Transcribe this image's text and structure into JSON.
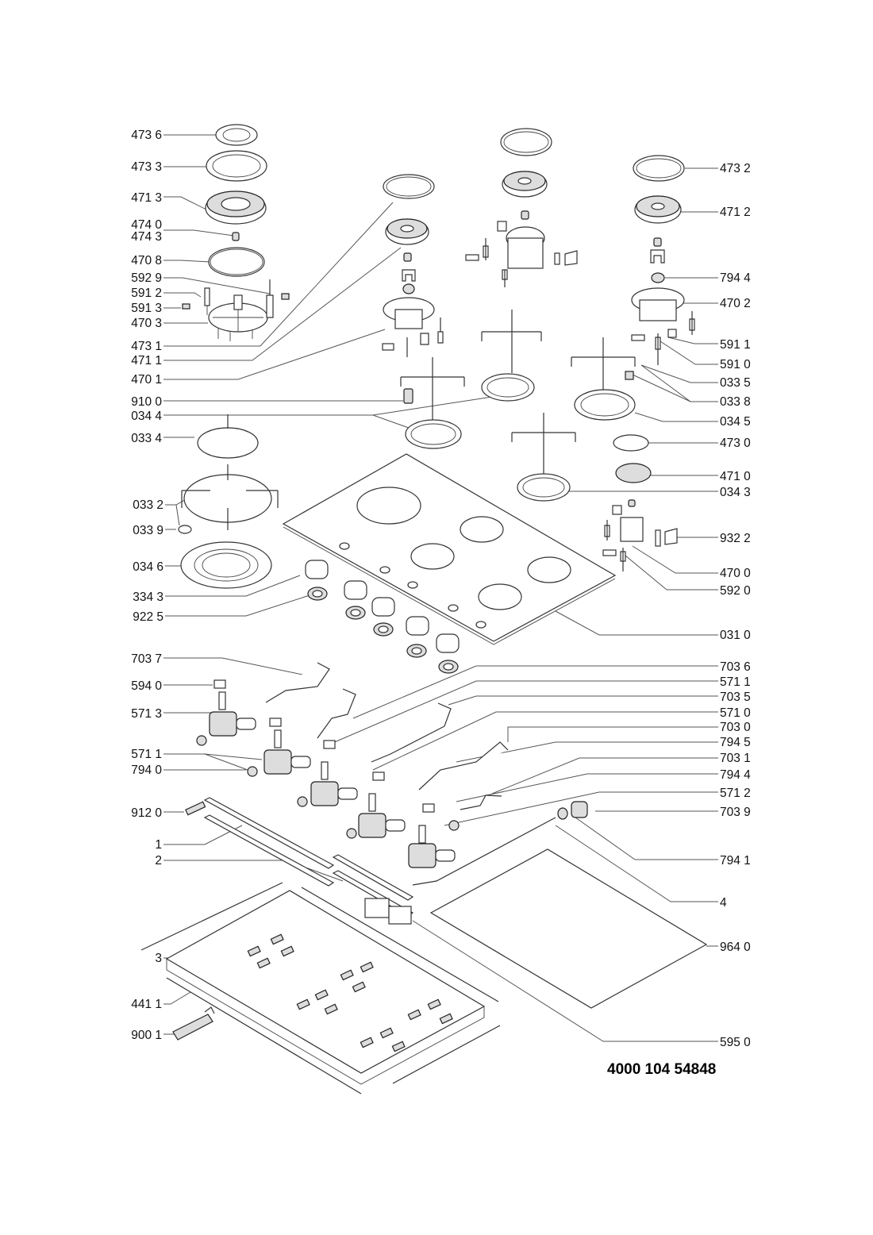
{
  "document": {
    "type": "exploded parts diagram",
    "subject": "gas hob",
    "document_number": "4000 104 54848"
  },
  "labels_left": [
    {
      "id": "473_6",
      "text": "473 6"
    },
    {
      "id": "473_3",
      "text": "473 3"
    },
    {
      "id": "471_3",
      "text": "471 3"
    },
    {
      "id": "474_0",
      "text": "474 0"
    },
    {
      "id": "474_3",
      "text": "474 3"
    },
    {
      "id": "470_8",
      "text": "470 8"
    },
    {
      "id": "592_9",
      "text": "592 9"
    },
    {
      "id": "591_2",
      "text": "591 2"
    },
    {
      "id": "591_3",
      "text": "591 3"
    },
    {
      "id": "470_3",
      "text": "470 3"
    },
    {
      "id": "473_1",
      "text": "473 1"
    },
    {
      "id": "471_1",
      "text": "471 1"
    },
    {
      "id": "470_1",
      "text": "470 1"
    },
    {
      "id": "910_0",
      "text": "910 0"
    },
    {
      "id": "034_4",
      "text": "034 4"
    },
    {
      "id": "033_4",
      "text": "033 4"
    },
    {
      "id": "033_2",
      "text": "033 2"
    },
    {
      "id": "033_9",
      "text": "033 9"
    },
    {
      "id": "034_6",
      "text": "034 6"
    },
    {
      "id": "334_3",
      "text": "334 3"
    },
    {
      "id": "922_5",
      "text": "922 5"
    },
    {
      "id": "703_7",
      "text": "703 7"
    },
    {
      "id": "594_0",
      "text": "594 0"
    },
    {
      "id": "571_3",
      "text": "571 3"
    },
    {
      "id": "571_1_l",
      "text": "571 1"
    },
    {
      "id": "794_0",
      "text": "794 0"
    },
    {
      "id": "912_0",
      "text": "912 0"
    },
    {
      "id": "1",
      "text": "1"
    },
    {
      "id": "2",
      "text": "2"
    },
    {
      "id": "3",
      "text": "3"
    },
    {
      "id": "441_1",
      "text": "441 1"
    },
    {
      "id": "900_1",
      "text": "900 1"
    }
  ],
  "labels_right": [
    {
      "id": "473_2",
      "text": "473 2"
    },
    {
      "id": "471_2",
      "text": "471 2"
    },
    {
      "id": "794_4_t",
      "text": "794 4"
    },
    {
      "id": "470_2",
      "text": "470 2"
    },
    {
      "id": "591_1",
      "text": "591 1"
    },
    {
      "id": "591_0",
      "text": "591 0"
    },
    {
      "id": "033_5",
      "text": "033 5"
    },
    {
      "id": "033_8",
      "text": "033 8"
    },
    {
      "id": "034_5",
      "text": "034 5"
    },
    {
      "id": "473_0",
      "text": "473 0"
    },
    {
      "id": "471_0",
      "text": "471 0"
    },
    {
      "id": "034_3",
      "text": "034 3"
    },
    {
      "id": "932_2",
      "text": "932 2"
    },
    {
      "id": "470_0",
      "text": "470 0"
    },
    {
      "id": "592_0",
      "text": "592 0"
    },
    {
      "id": "031_0",
      "text": "031 0"
    },
    {
      "id": "703_6",
      "text": "703 6"
    },
    {
      "id": "571_1_r",
      "text": "571 1"
    },
    {
      "id": "703_5",
      "text": "703 5"
    },
    {
      "id": "571_0",
      "text": "571 0"
    },
    {
      "id": "703_0",
      "text": "703 0"
    },
    {
      "id": "794_5",
      "text": "794 5"
    },
    {
      "id": "703_1",
      "text": "703 1"
    },
    {
      "id": "794_4_b",
      "text": "794 4"
    },
    {
      "id": "571_2",
      "text": "571 2"
    },
    {
      "id": "703_9",
      "text": "703 9"
    },
    {
      "id": "794_1",
      "text": "794 1"
    },
    {
      "id": "4",
      "text": "4"
    },
    {
      "id": "964_0",
      "text": "964 0"
    },
    {
      "id": "595_0",
      "text": "595 0"
    }
  ]
}
